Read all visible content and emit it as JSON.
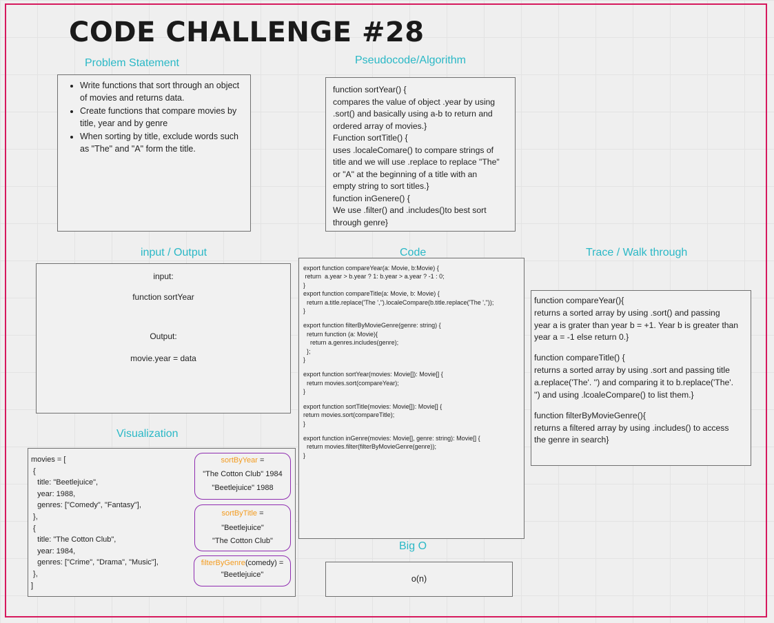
{
  "title": "CODE CHALLENGE #28",
  "headings": {
    "problem": "Problem Statement",
    "pseudo": "Pseudocode/Algorithm",
    "io": "input / Output",
    "code": "Code",
    "trace": "Trace / Walk through",
    "visualization": "Visualization",
    "bigo": "Big O"
  },
  "problem_statement": [
    "Write functions that sort through an object of movies and returns data.",
    "Create functions that compare movies by title, year and by genre",
    "When sorting by title, exclude words such as \"The\"  and \"A\" form the title."
  ],
  "pseudocode": [
    "function sortYear() {",
    "compares the value of object .year by using",
    ".sort() and basically using a-b to return and",
    "ordered array of movies.}",
    "Function sortTitle() {",
    "uses .localeComare() to compare strings of",
    "title and we will use .replace to replace \"The\"",
    "or \"A\" at the beginning of a title with an",
    "empty string to sort titles.}",
    "function inGenere() {",
    "We use .filter() and .includes()to best sort",
    "through genre}"
  ],
  "io": {
    "input_label": "input:",
    "input_value": "function sortYear",
    "output_label": "Output:",
    "output_value": "movie.year = data"
  },
  "code_lines": [
    "export function compareYear(a: Movie, b:Movie) {",
    " return  a.year > b.year ? 1: b.year > a.year ? -1 : 0;",
    "}",
    "export function compareTitle(a: Movie, b: Movie) {",
    "  return a.title.replace('The ','').localeCompare(b.title.replace('The ',''));",
    "}",
    "",
    "export function filterByMovieGenre(genre: string) {",
    "  return function (a: Movie){",
    "    return a.genres.includes(genre);",
    "  };",
    "}",
    "",
    "export function sortYear(movies: Movie[]): Movie[] {",
    "  return movies.sort(compareYear);",
    "}",
    "",
    "export function sortTitle(movies: Movie[]): Movie[] {",
    "return movies.sort(compareTitle);",
    "}",
    "",
    "export function inGenre(movies: Movie[], genre: string): Movie[] {",
    "  return movies.filter(filterByMovieGenre(genre));",
    "}"
  ],
  "trace_lines": [
    "function compareYear(){",
    "returns a sorted array by using .sort() and passing",
    "year a is grater than year b = +1. Year b is greater than",
    "year a = -1 else return 0.}",
    "",
    "function compareTitle() {",
    "returns a sorted array by using .sort and passing title",
    "a.replace('The'. '') and comparing it to b.replace('The'.",
    "'') and using .lcoaleCompare() to list them.}",
    "",
    "function filterByMovieGenre(){",
    "returns a filtered array by using .includes() to access",
    "the genre in search}"
  ],
  "visualization_lines": [
    "movies = [",
    " {",
    "   title: \"Beetlejuice\",",
    "   year: 1988,",
    "   genres: [\"Comedy\", \"Fantasy\"],",
    " },",
    " {",
    "   title: \"The Cotton Club\",",
    "   year: 1984,",
    "   genres: [\"Crime\", \"Drama\", \"Music\"],",
    " },",
    "]"
  ],
  "pills": {
    "sort_by_year": {
      "name": "sortByYear",
      "suffix": " =",
      "lines": [
        "\"The Cotton Club\" 1984",
        "\"Beetlejuice\" 1988"
      ]
    },
    "sort_by_title": {
      "name": "sortByTitle",
      "suffix": " =",
      "lines": [
        "\"Beetlejuice\"",
        "\"The Cotton Club\""
      ]
    },
    "filter_by_genre": {
      "name": "filterByGenre",
      "suffix": "(comedy) =",
      "lines": [
        "\"Beetlejuice\""
      ]
    }
  },
  "bigo": "o(n)",
  "colors": {
    "frame": "#d6185d",
    "heading": "#2ab8c6",
    "pill_border": "#8e2bb0",
    "pill_name": "#f39b1e"
  }
}
